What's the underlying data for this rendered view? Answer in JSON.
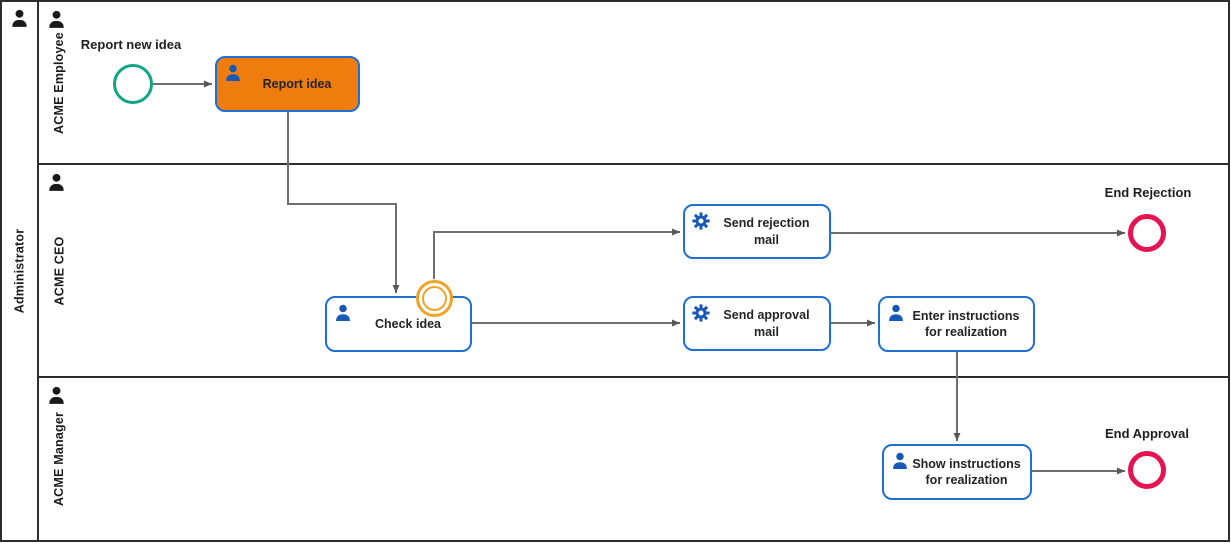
{
  "pool": {
    "label": "Administrator",
    "icon": "person-icon",
    "lanes": [
      {
        "label": "ACME Employee",
        "icon": "person-icon"
      },
      {
        "label": "ACME CEO",
        "icon": "person-icon"
      },
      {
        "label": "ACME Manager",
        "icon": "person-icon"
      }
    ]
  },
  "process": {
    "start_event": {
      "label": "Report new idea",
      "shape": "thin-circle"
    },
    "tasks": {
      "report_idea": {
        "label": "Report idea",
        "icon": "user-icon",
        "highlighted": true
      },
      "check_idea": {
        "label": "Check idea",
        "icon": "user-icon",
        "highlighted": false
      },
      "send_rejection_mail": {
        "label": "Send rejection mail",
        "icon": "gear-icon",
        "highlighted": false
      },
      "send_approval_mail": {
        "label": "Send approval mail",
        "icon": "gear-icon",
        "highlighted": false
      },
      "enter_instructions": {
        "label": "Enter instructions for realization",
        "icon": "user-icon",
        "highlighted": false
      },
      "show_instructions": {
        "label": "Show instructions for realization",
        "icon": "user-icon",
        "highlighted": false
      }
    },
    "boundary_event": {
      "shape": "double-circle",
      "attached_to": "check_idea"
    },
    "end_events": {
      "end_rejection": {
        "label": "End Rejection",
        "shape": "thick-circle"
      },
      "end_approval": {
        "label": "End Approval",
        "shape": "thick-circle"
      }
    }
  },
  "colors": {
    "task_border": "#1f6fd4",
    "icon_blue": "#1659b8",
    "highlight_fill": "#ef7d0e",
    "start_event": "#12a585",
    "boundary_event": "#f0a32b",
    "end_event": "#e61353",
    "connector": "#6f6f6f",
    "frame": "#2d2d2d"
  }
}
